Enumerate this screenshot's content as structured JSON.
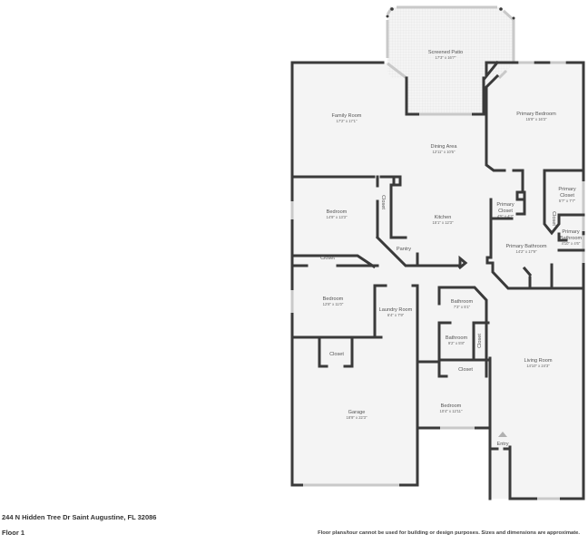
{
  "floorplan": {
    "rooms": [
      {
        "name": "Screened Patio",
        "dims": "17'3\" x 16'7\""
      },
      {
        "name": "Family Room",
        "dims": "17'2\" x 17'1\""
      },
      {
        "name": "Dining Area",
        "dims": "12'11\" x 10'5\""
      },
      {
        "name": "Primary Bedroom",
        "dims": "15'9\" x 16'3\""
      },
      {
        "name": "Bedroom",
        "dims": "14'9\" x 13'3\""
      },
      {
        "name": "Closet",
        "dims": ""
      },
      {
        "name": "Kitchen",
        "dims": "15'1\" x 12'3\""
      },
      {
        "name": "Pantry",
        "dims": ""
      },
      {
        "name": "Primary Closet",
        "dims": "4'5\" x 4'2\""
      },
      {
        "name": "Primary Closet",
        "dims": "5'7\" x 7'7\""
      },
      {
        "name": "Closet",
        "dims": ""
      },
      {
        "name": "Primary Bathroom",
        "dims": "4'10\" x 4'6\""
      },
      {
        "name": "Primary Bathroom",
        "dims": "14'2\" x 17'9\""
      },
      {
        "name": "Closet",
        "dims": ""
      },
      {
        "name": "Bedroom",
        "dims": "12'8\" x 11'0\""
      },
      {
        "name": "Laundry Room",
        "dims": "6'4\" x 7'9\""
      },
      {
        "name": "Bathroom",
        "dims": "7'3\" x 5'1\""
      },
      {
        "name": "Bathroom",
        "dims": "9'2\" x 5'8\""
      },
      {
        "name": "Closet",
        "dims": ""
      },
      {
        "name": "Closet",
        "dims": ""
      },
      {
        "name": "Closet",
        "dims": ""
      },
      {
        "name": "Living Room",
        "dims": "14'10\" x 24'3\""
      },
      {
        "name": "Garage",
        "dims": "18'9\" x 22'3\""
      },
      {
        "name": "Bedroom",
        "dims": "10'4\" x 12'11\""
      },
      {
        "name": "Entry",
        "dims": ""
      }
    ]
  },
  "footer": {
    "address": "244 N Hidden Tree Dr Saint Augustine, FL 32086",
    "floor": "Floor 1",
    "disclaimer": "Floor plans/tour cannot be used for building or design purposes. Sizes and dimensions are approximate."
  }
}
